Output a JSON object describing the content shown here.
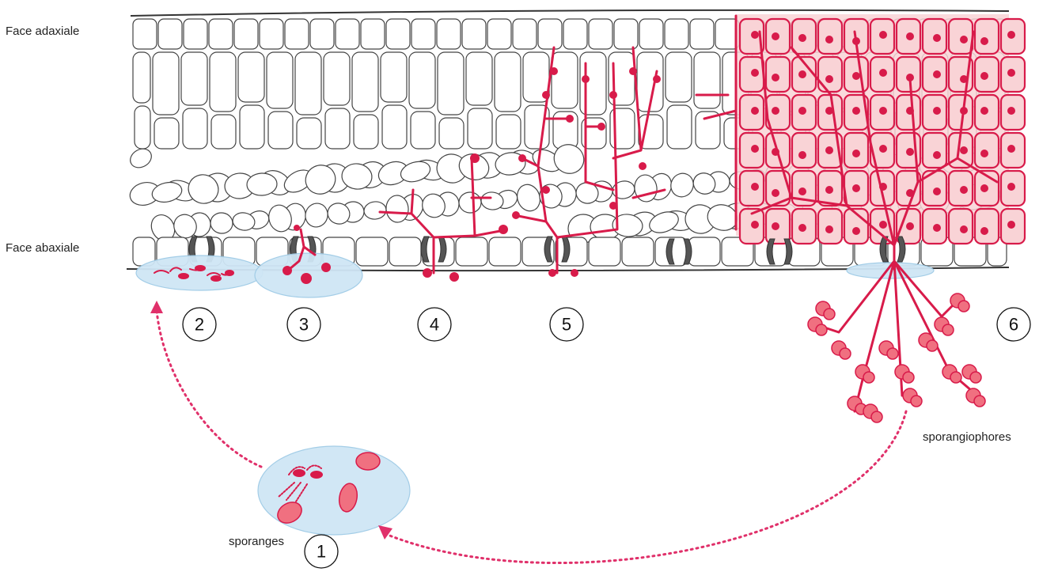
{
  "labels": {
    "face_adaxiale": "Face adaxiale",
    "face_abaxiale": "Face abaxiale",
    "sporanges": "sporanges",
    "sporangiophores": "sporangiophores"
  },
  "stages": [
    "1",
    "2",
    "3",
    "4",
    "5",
    "6"
  ],
  "colors": {
    "hyphae": "#d81b4a",
    "infected_tissue": "#f9d3d6",
    "water_drop": "#cfe6f5",
    "arrow": "#e0306a",
    "stoma": "#555555"
  }
}
